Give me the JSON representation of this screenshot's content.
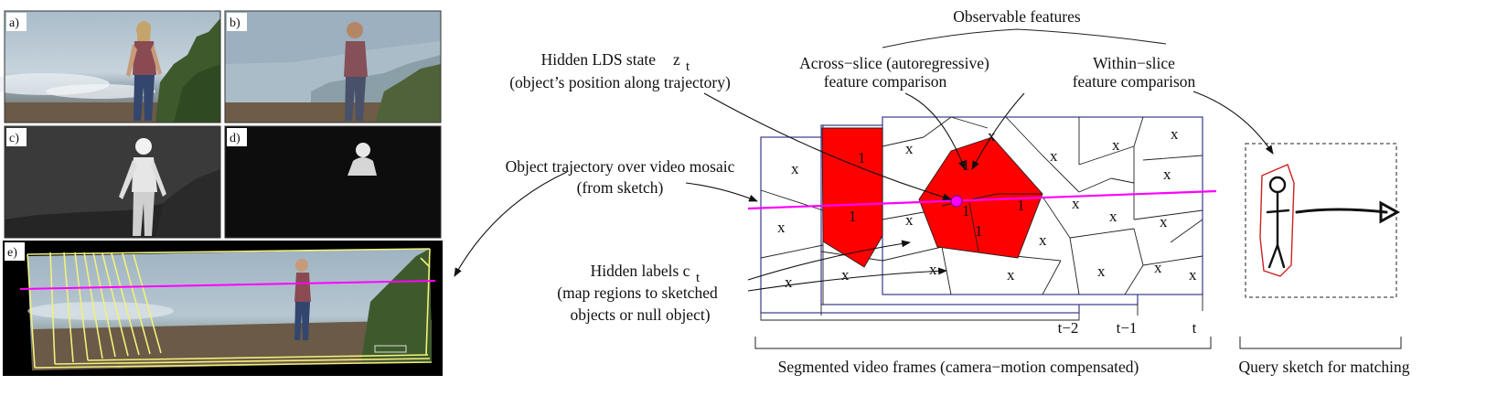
{
  "panels": {
    "a": "a)",
    "b": "b)",
    "c": "c)",
    "d": "d)",
    "e": "e)"
  },
  "labels": {
    "observable_features": "Observable features",
    "hidden_lds_line1": "Hidden LDS state",
    "hidden_lds_var": "z",
    "hidden_lds_sub": "t",
    "hidden_lds_line2": "(object’s position along trajectory)",
    "across_slice_line1": "Across−slice (autoregressive)",
    "across_slice_line2": "feature comparison",
    "within_slice_line1": "Within−slice",
    "within_slice_line2": "feature comparison",
    "trajectory_line1": "Object trajectory over video mosaic",
    "trajectory_line2": "(from sketch)",
    "hidden_labels_line1": "Hidden labels c",
    "hidden_labels_sub": "t",
    "hidden_labels_line2": "(map regions to sketched",
    "hidden_labels_line3": "objects or null object)",
    "segmented_frames": "Segmented video frames (camera−motion compensated)",
    "query_sketch": "Query sketch for matching"
  },
  "frame_labels": {
    "t_minus_2": "t−2",
    "t_minus_1": "t−1",
    "t": "t"
  },
  "region_marks": {
    "object": "1",
    "null": "x"
  },
  "colors": {
    "object_region": "#ff0000",
    "trajectory": "#ff00ff",
    "frame_border": "#3a3a8c",
    "sketch_outline": "#cc2222",
    "mosaic_frames": "#f2f07a"
  }
}
